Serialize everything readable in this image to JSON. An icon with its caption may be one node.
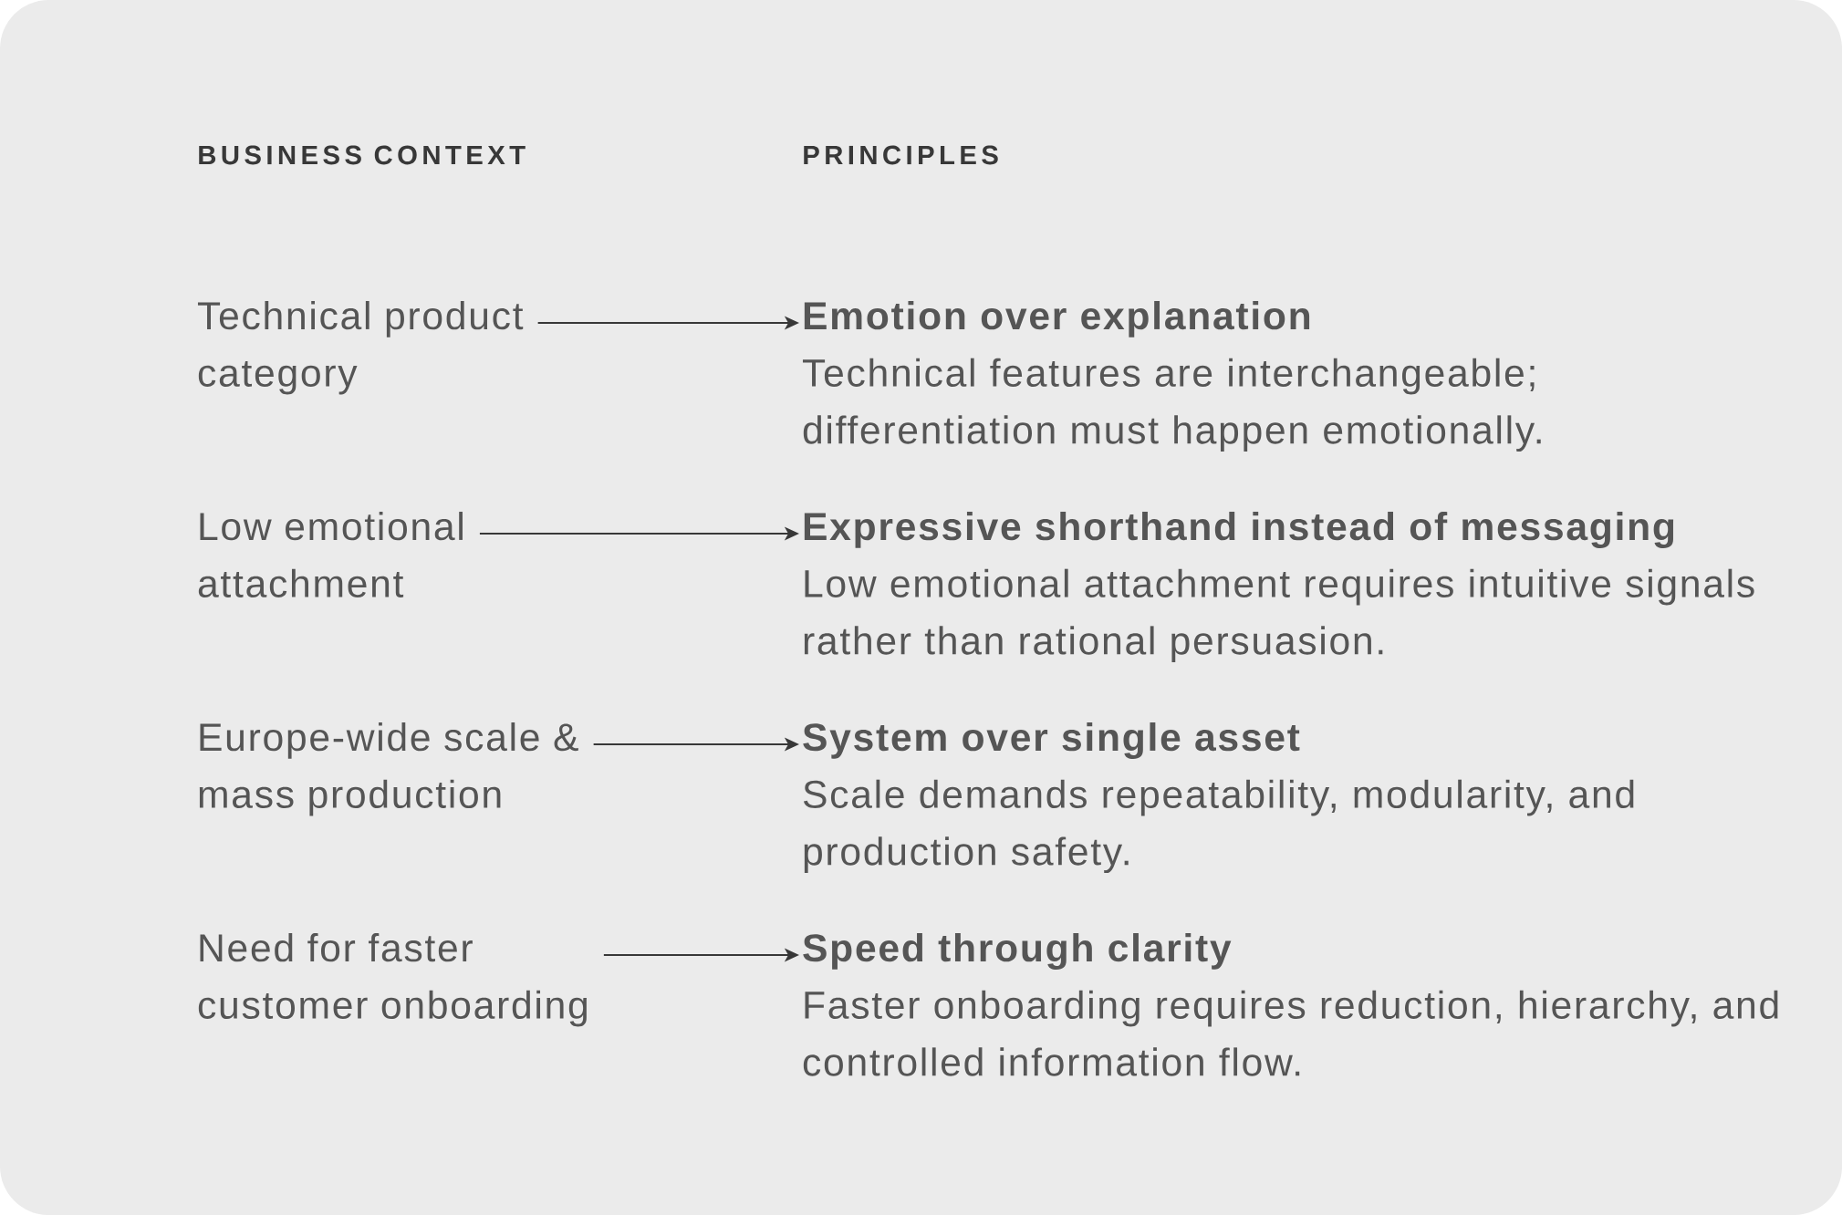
{
  "diagram": {
    "nodes": [
      {
        "text": [
          "Technical product category"
        ]
      },
      {
        "text": [
          "Low emotional attachment"
        ]
      },
      {
        "text": [
          "Europe-wide scale & mass production"
        ]
      },
      {
        "text": [
          "Need for faster customer onboarding"
        ]
      },
      {
        "text": [
          "Emotion over explanation",
          "Technical features are interchangeable; differentiation must happen emotionally."
        ]
      },
      {
        "text": [
          "Expressive shorthand instead of messaging",
          "Low emotional attachment requires intuitive signals rather than rational persuasion."
        ]
      },
      {
        "text": [
          "System over single asset",
          "Scale demands repeatability, modularity, and production safety."
        ]
      },
      {
        "text": [
          "Speed through clarity",
          "Faster onboarding requires reduction, hierarchy, and controlled information flow."
        ]
      }
    ],
    "edges": [
      {
        "from": 0,
        "to": 4,
        "arrow": "to"
      },
      {
        "from": 1,
        "to": 5,
        "arrow": "to"
      },
      {
        "from": 2,
        "to": 6,
        "arrow": "to"
      },
      {
        "from": 3,
        "to": 7,
        "arrow": "to"
      }
    ],
    "labels": [
      "BUSINESS CONTEXT",
      "PRINCIPLES"
    ]
  }
}
